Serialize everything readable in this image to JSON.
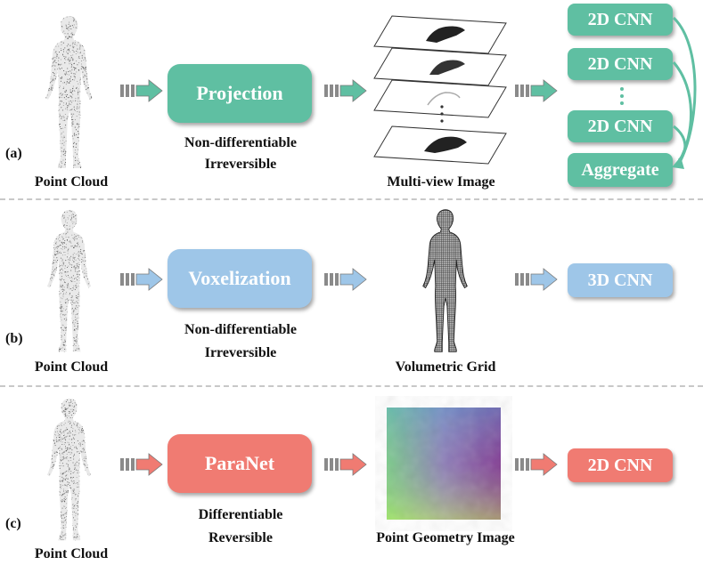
{
  "rows": {
    "a": {
      "tag": "(a)",
      "input_label": "Point Cloud",
      "process": "Projection",
      "props": [
        "Non-differentiable",
        "Irreversible"
      ],
      "output_label": "Multi-view Image",
      "cnn_boxes": [
        "2D CNN",
        "2D CNN",
        "2D CNN"
      ],
      "aggregate": "Aggregate",
      "color": "#5fbfa2"
    },
    "b": {
      "tag": "(b)",
      "input_label": "Point Cloud",
      "process": "Voxelization",
      "props": [
        "Non-differentiable",
        "Irreversible"
      ],
      "output_label": "Volumetric Grid",
      "cnn": "3D CNN",
      "color": "#9ec6e8"
    },
    "c": {
      "tag": "(c)",
      "input_label": "Point Cloud",
      "process": "ParaNet",
      "props": [
        "Differentiable",
        "Reversible"
      ],
      "output_label": "Point Geometry Image",
      "cnn": "2D CNN",
      "color": "#f07b72"
    }
  }
}
